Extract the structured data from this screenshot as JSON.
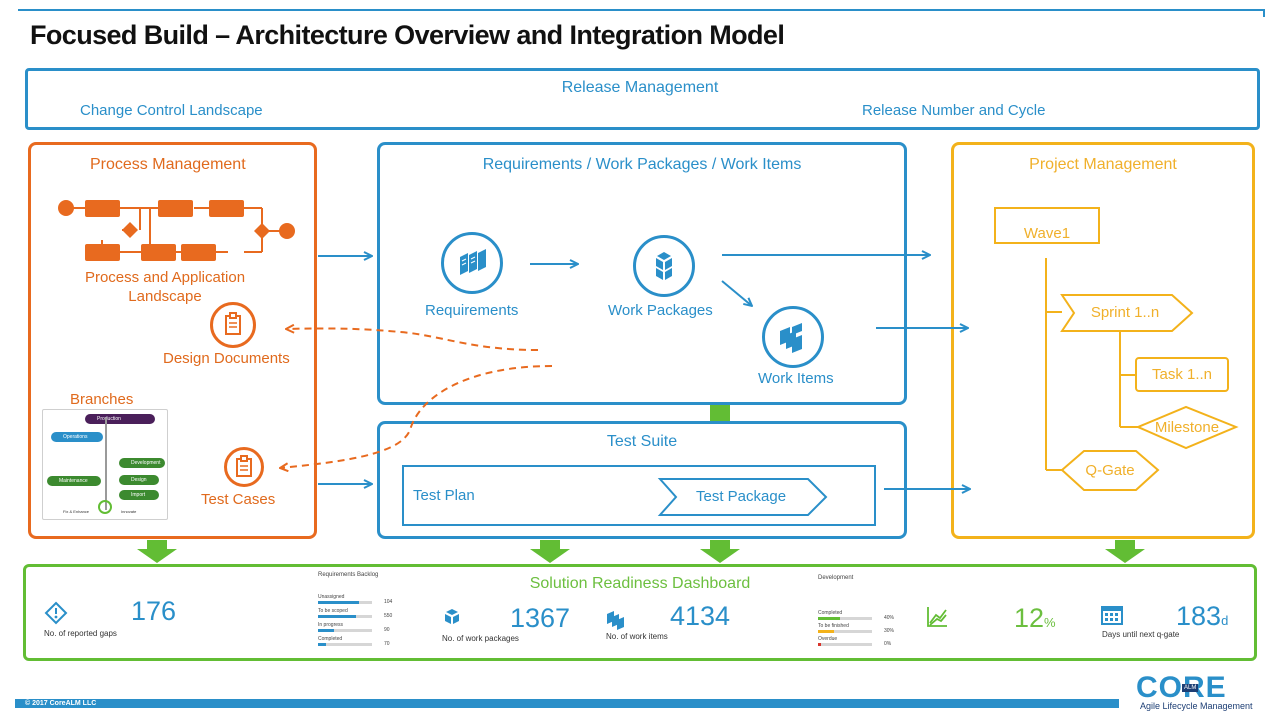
{
  "title": "Focused Build – Architecture Overview and Integration Model",
  "colors": {
    "blue": "#2a8fc9",
    "orange": "#e86a1f",
    "yellow": "#f3b21b",
    "green": "#62bd34",
    "navy": "#1d3e74"
  },
  "release": {
    "title": "Release Management",
    "left_label": "Change Control Landscape",
    "right_label": "Release Number and Cycle"
  },
  "process": {
    "title": "Process Management",
    "landscape_label": "Process and Application\nLandscape",
    "design_docs_label": "Design Documents",
    "branches_label": "Branches",
    "test_cases_label": "Test Cases",
    "branches_card": {
      "production": "Production",
      "operations": "Operations",
      "development": "Development",
      "maintenance": "Maintenance",
      "design": "Design",
      "import": "Import",
      "fix_enhance": "Fix & Enhance",
      "innovate": "Innovate"
    }
  },
  "requirements": {
    "title": "Requirements  / Work Packages / Work Items",
    "req_label": "Requirements",
    "wp_label": "Work Packages",
    "wi_label": "Work Items"
  },
  "test_suite": {
    "title": "Test Suite",
    "plan_label": "Test Plan",
    "package_label": "Test Package"
  },
  "project": {
    "title": "Project Management",
    "wave": "Wave1",
    "sprint": "Sprint 1..n",
    "task": "Task 1..n",
    "milestone": "Milestone",
    "qgate": "Q-Gate"
  },
  "dashboard": {
    "title": "Solution Readiness Dashboard",
    "gaps_value": "176",
    "gaps_label": "No. of reported gaps",
    "backlog_title": "Requirements Backlog",
    "backlog_rows": [
      {
        "label": "Unassigned",
        "value": "104",
        "fill": 0.75
      },
      {
        "label": "To be scoped",
        "value": "550",
        "fill": 0.7
      },
      {
        "label": "In progress",
        "value": "90",
        "fill": 0.3
      },
      {
        "label": "Completed",
        "value": "70",
        "fill": 0.15
      }
    ],
    "wp_value": "1367",
    "wp_label": "No. of work packages",
    "wi_value": "4134",
    "wi_label": "No. of work items",
    "dev_title": "Development",
    "dev_rows": [
      {
        "label": "Completed",
        "value": "40%",
        "fill": 0.4,
        "color": "#62bd34"
      },
      {
        "label": "To be finished",
        "value": "30%",
        "fill": 0.3,
        "color": "#f3b21b"
      },
      {
        "label": "Overdue",
        "value": "0%",
        "fill": 0.05,
        "color": "#d9342b"
      }
    ],
    "pct_value": "12",
    "pct_unit": "%",
    "days_value": "183",
    "days_unit": "d",
    "days_label": "Days until next q-gate"
  },
  "footer": {
    "copyright": "© 2017 CoreALM LLC",
    "logo_word": "CORE",
    "logo_badge": "ALM",
    "logo_tagline": "Agile Lifecycle Management"
  }
}
